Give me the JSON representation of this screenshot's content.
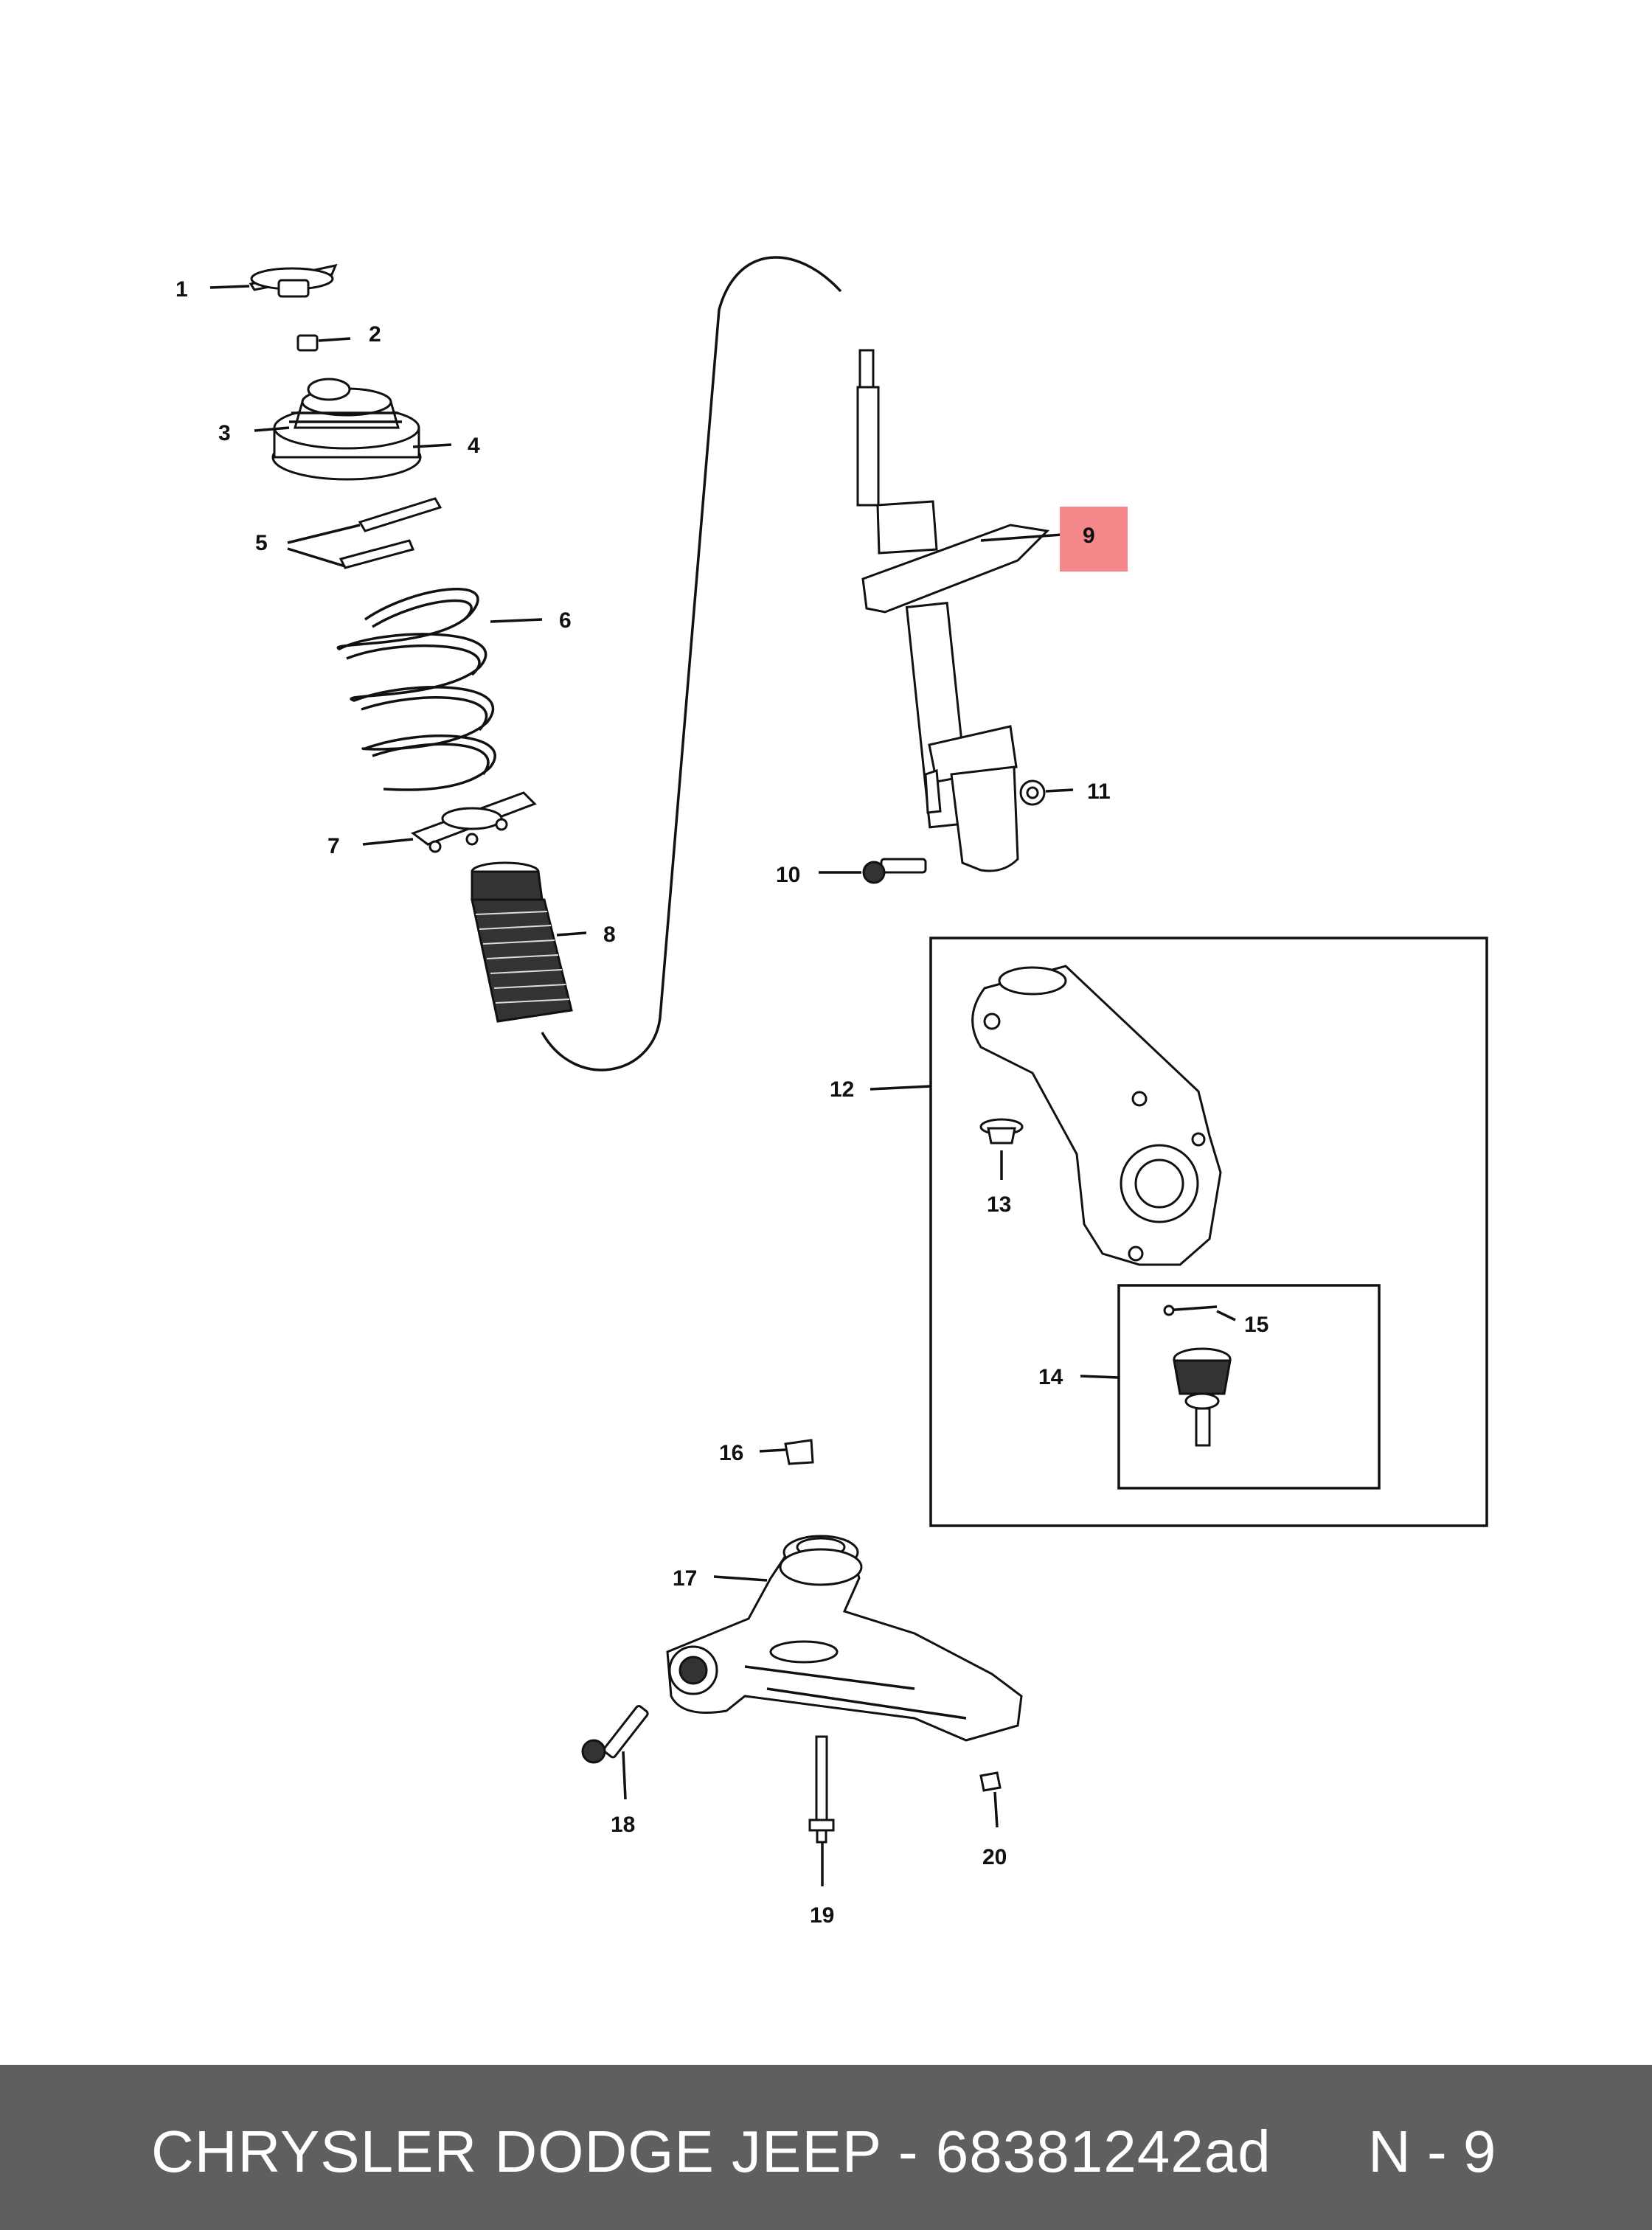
{
  "callouts": {
    "c1": "1",
    "c2": "2",
    "c3": "3",
    "c4": "4",
    "c5": "5",
    "c6": "6",
    "c7": "7",
    "c8": "8",
    "c9": "9",
    "c10": "10",
    "c11": "11",
    "c12": "12",
    "c13": "13",
    "c14": "14",
    "c15": "15",
    "c16": "16",
    "c17": "17",
    "c18": "18",
    "c19": "19",
    "c20": "20"
  },
  "highlight_color": "#f4888a",
  "footer": {
    "label": "CHRYSLER DODGE JEEP - 68381242ad",
    "page": "N - 9",
    "background": "#5f5f5f"
  }
}
